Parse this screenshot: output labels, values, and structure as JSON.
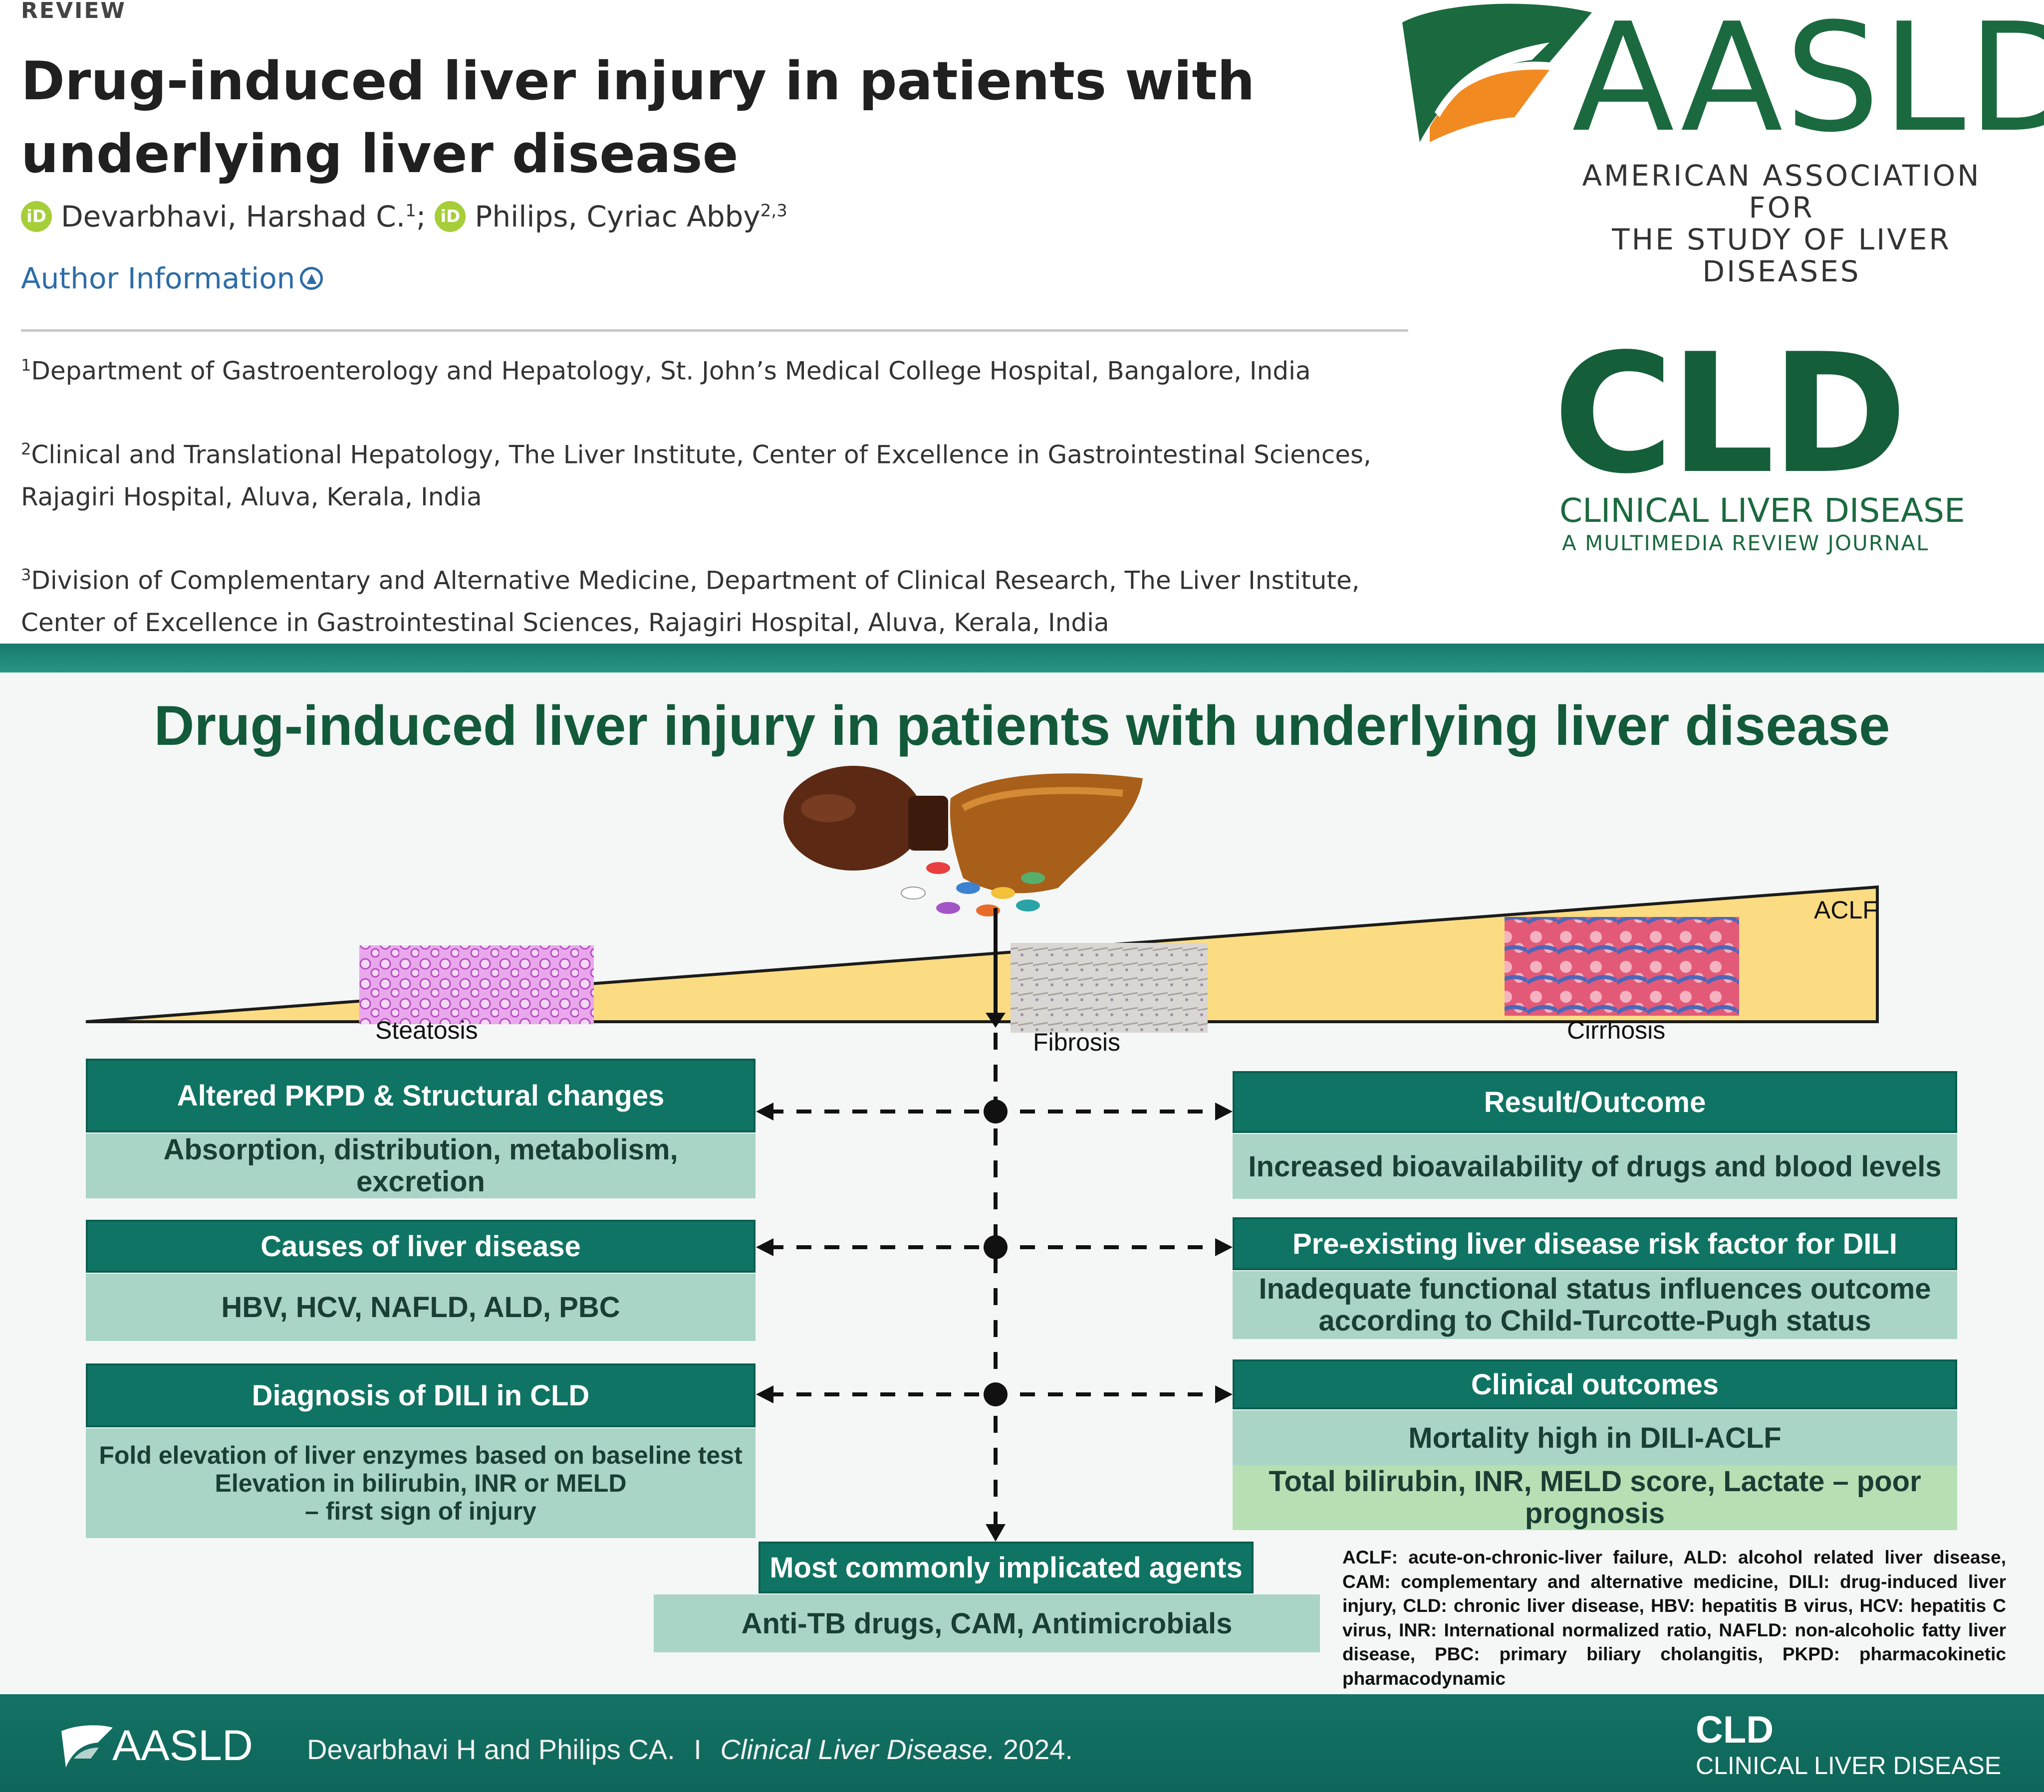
{
  "article": {
    "section_label": "REVIEW",
    "title": "Drug-induced liver injury in patients with underlying liver disease",
    "authors": [
      {
        "name": "Devarbhavi, Harshad C.",
        "sup": "1",
        "sep": ";"
      },
      {
        "name": "Philips, Cyriac Abby",
        "sup": "2,3",
        "sep": ""
      }
    ],
    "orcid_icon": "iD",
    "author_information_label": "Author Information",
    "affiliations": [
      {
        "sup": "1",
        "text": "Department of Gastroenterology and Hepatology, St. John’s Medical College Hospital, Bangalore, India"
      },
      {
        "sup": "2",
        "text": "Clinical and Translational Hepatology, The Liver Institute, Center of Excellence in Gastrointestinal Sciences, Rajagiri Hospital, Aluva, Kerala, India"
      },
      {
        "sup": "3",
        "text": "Division of Complementary and Alternative Medicine, Department of Clinical Research, The Liver Institute, Center of Excellence in Gastrointestinal Sciences, Rajagiri Hospital, Aluva, Kerala, India"
      }
    ]
  },
  "logos": {
    "aasld": "AASLD",
    "aasld_line1": "AMERICAN ASSOCIATION FOR",
    "aasld_line2": "THE STUDY OF LIVER DISEASES",
    "cld": "CLD",
    "cld_line1": "CLINICAL LIVER DISEASE",
    "cld_line2": "A MULTIMEDIA REVIEW JOURNAL"
  },
  "infographic": {
    "title": "Drug-induced liver injury in patients with underlying liver disease",
    "stages": {
      "steatosis": "Steatosis",
      "fibrosis": "Fibrosis",
      "cirrhosis": "Cirrhosis",
      "aclf": "ACLF"
    },
    "left": [
      {
        "header": "Altered PKPD & Structural changes",
        "body": [
          "Absorption, distribution, metabolism,",
          "excretion"
        ]
      },
      {
        "header": "Causes of liver disease",
        "body": [
          "HBV, HCV, NAFLD, ALD, PBC"
        ]
      },
      {
        "header": "Diagnosis of DILI in CLD",
        "body": [
          "Fold elevation of liver enzymes based on baseline test",
          "Elevation in bilirubin, INR or MELD",
          "– first sign of injury"
        ]
      }
    ],
    "right": [
      {
        "header": "Result/Outcome",
        "body": [
          "Increased bioavailability of drugs and blood levels"
        ]
      },
      {
        "header": "Pre-existing liver disease risk factor for DILI",
        "body": [
          "Inadequate functional status influences outcome",
          "according to Child-Turcotte-Pugh status"
        ]
      },
      {
        "header": "Clinical outcomes",
        "body": [
          "Mortality high in DILI-ACLF"
        ],
        "body2": [
          "Total bilirubin, INR, MELD score, Lactate – poor",
          "prognosis"
        ]
      }
    ],
    "bottom": {
      "header": "Most commonly implicated agents",
      "body": "Anti-TB drugs, CAM, Antimicrobials"
    },
    "abbreviations": "ACLF: acute-on-chronic-liver failure, ALD: alcohol related liver disease, CAM: complementary and alternative medicine, DILI: drug-induced liver injury, CLD: chronic liver disease, HBV: hepatitis B virus, HCV: hepatitis C virus, INR: International normalized ratio, NAFLD: non-alcoholic fatty liver disease, PBC: primary biliary cholangitis, PKPD: pharmacokinetic pharmacodynamic",
    "footer": {
      "aasld": "AASLD",
      "citation_authors": "Devarbhavi H and Philips CA.",
      "separator": "I",
      "journal": "Clinical Liver Disease.",
      "year": "2024.",
      "cld": "CLD",
      "cld_sub": "CLINICAL LIVER DISEASE"
    }
  },
  "colors": {
    "teal_header": "#0f7463",
    "mint_body": "#a9d4c6",
    "light_green_body": "#b6e0b4",
    "brand_green": "#1b6a3f",
    "brand_orange": "#f28a22",
    "triangle_yellow": "#fcdc82"
  }
}
